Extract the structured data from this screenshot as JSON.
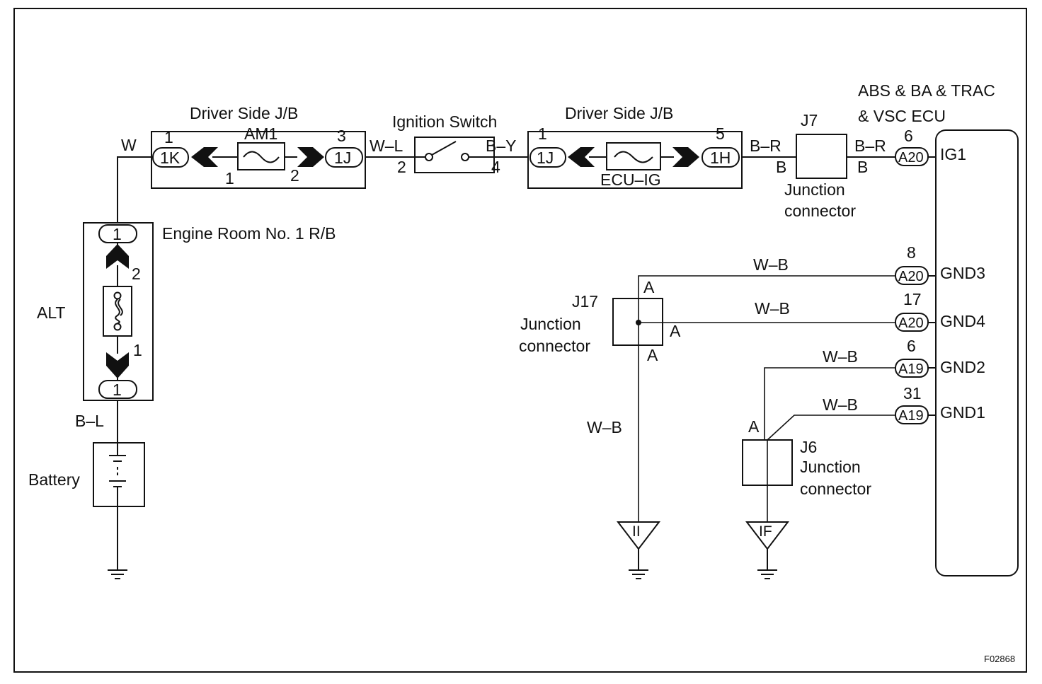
{
  "diagram_id": "F02868",
  "components": {
    "driver_jb_left": "Driver Side J/B",
    "driver_jb_right": "Driver Side J/B",
    "ignition_switch": "Ignition Switch",
    "engine_room_rb": "Engine Room No. 1 R/B",
    "alt": "ALT",
    "battery": "Battery",
    "am1": "AM1",
    "ecu_ig": "ECU–IG",
    "j7": "J7",
    "j7_desc_1": "Junction",
    "j7_desc_2": "connector",
    "j17": "J17",
    "j17_desc_1": "Junction",
    "j17_desc_2": "connector",
    "j6": "J6",
    "j6_desc_1": "Junction",
    "j6_desc_2": "connector",
    "ecu_line1": "ABS & BA & TRAC",
    "ecu_line2": "& VSC ECU"
  },
  "connectors": {
    "c1K": "1K",
    "c1J_left": "1J",
    "c1J_right": "1J",
    "c1H": "1H",
    "rb_top": "1",
    "rb_bottom": "1",
    "a20_ig1": "A20",
    "a20_gnd3": "A20",
    "a20_gnd4": "A20",
    "a19_gnd2": "A19",
    "a19_gnd1": "A19"
  },
  "pins": {
    "jb1_in": "1",
    "jb1_out": "3",
    "am1_a": "1",
    "am1_b": "2",
    "ign_in": "2",
    "ign_out": "4",
    "jb2_in": "1",
    "jb2_out": "5",
    "rb_upper": "2",
    "rb_lower": "1",
    "ig1": "6",
    "gnd3": "8",
    "gnd4": "17",
    "gnd2": "6",
    "gnd1": "31"
  },
  "terminals": {
    "ig1": "IG1",
    "gnd3": "GND3",
    "gnd4": "GND4",
    "gnd2": "GND2",
    "gnd1": "GND1"
  },
  "wires": {
    "w": "W",
    "w_l": "W–L",
    "b_y": "B–Y",
    "b_r_1": "B–R",
    "b_1": "B",
    "b_r_2": "B–R",
    "b_2": "B",
    "b_l": "B–L",
    "wb_gnd3": "W–B",
    "wb_gnd4": "W–B",
    "wb_gnd2": "W–B",
    "wb_gnd1": "W–B",
    "wb_j17": "W–B"
  },
  "junction_pins": {
    "j17_top": "A",
    "j17_right": "A",
    "j17_bottom": "A",
    "j6_top": "A"
  },
  "grounds": {
    "g_ii": "II",
    "g_if": "IF"
  }
}
